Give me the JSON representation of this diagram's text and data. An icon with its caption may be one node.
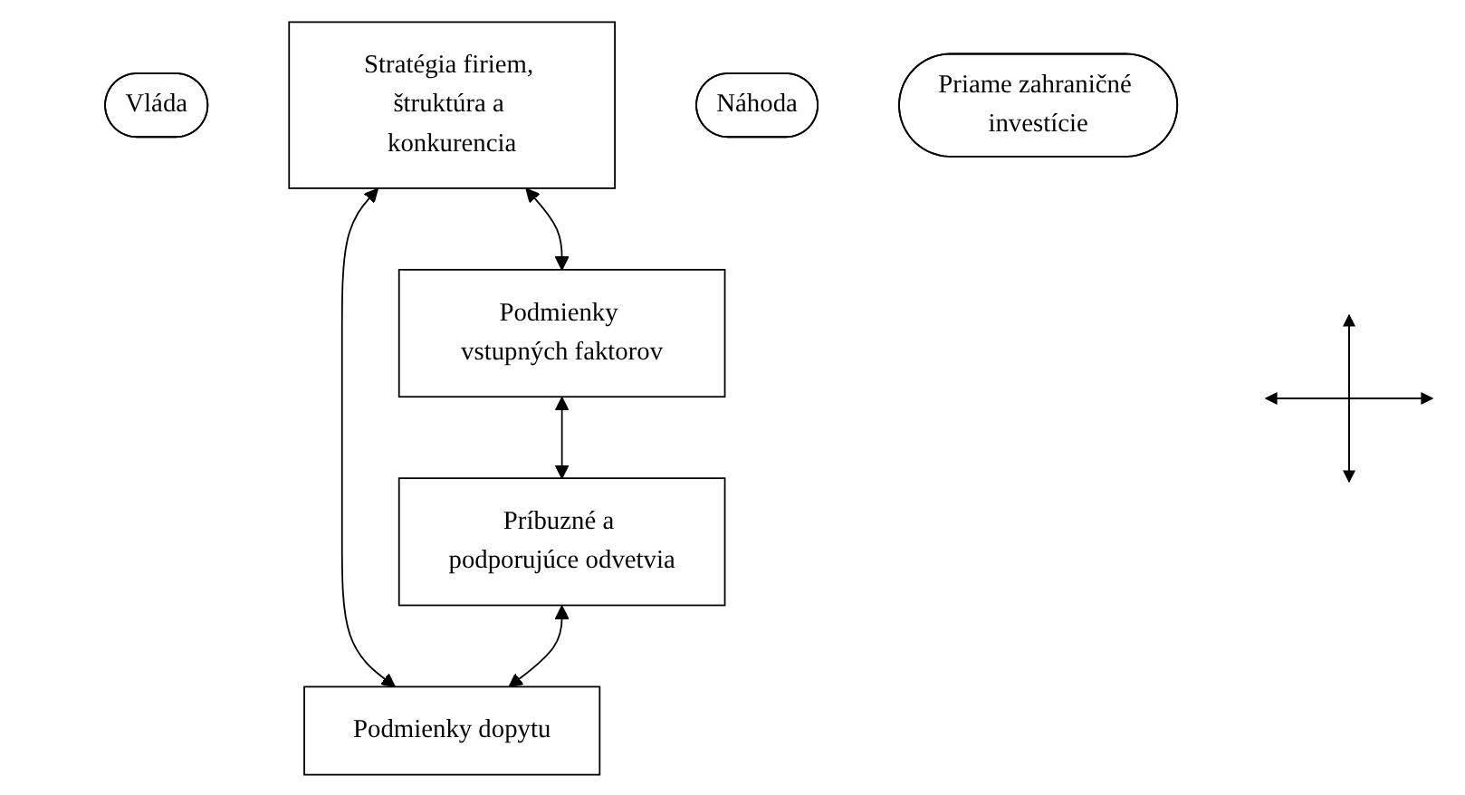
{
  "diagram": {
    "nodes": [
      {
        "text": [
          "Vláda"
        ]
      },
      {
        "text": [
          "Stratégia firiem, štruktúra a konkurencia"
        ]
      },
      {
        "text": [
          "Náhoda"
        ]
      },
      {
        "text": [
          "Podmienky vstupných faktorov"
        ]
      },
      {
        "text": [
          "Podmienky dopytu"
        ]
      },
      {
        "text": [
          "Príbuzné a podporujúce odvetvia"
        ]
      },
      {
        "text": [
          "Priame zahraničné investície"
        ]
      }
    ],
    "edges": [
      {
        "from": 1,
        "to": 3,
        "arrow": "both"
      },
      {
        "from": 1,
        "to": 4,
        "arrow": "both"
      },
      {
        "from": 3,
        "to": 5,
        "arrow": "both"
      },
      {
        "from": 5,
        "to": 4,
        "arrow": "both"
      }
    ]
  }
}
